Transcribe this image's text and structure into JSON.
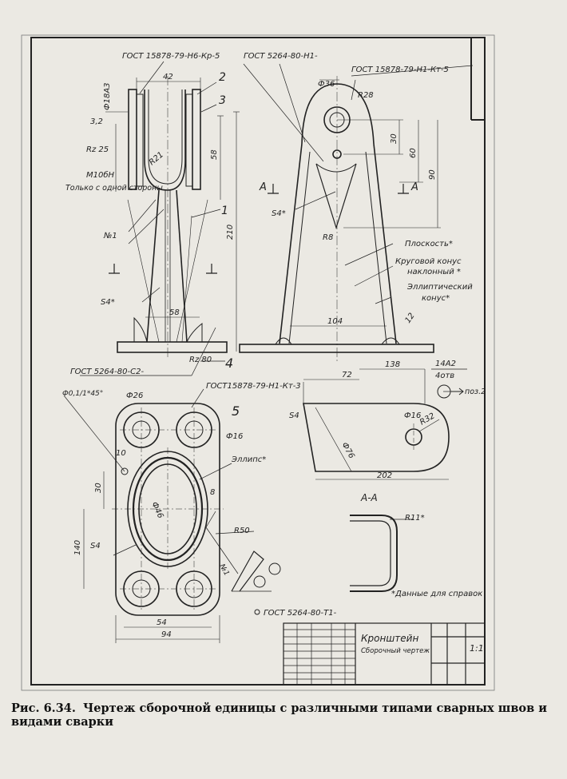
{
  "caption": {
    "figure_number": "Рис. 6.34.",
    "text": "Чертеж сборочной единицы с различными типами сварных швов и видами сварки"
  },
  "front_view": {
    "weld_symbol_top": "ГОСТ 15878-79-Н6-Кр-5",
    "dim_top": "42",
    "dim_phi18": "Ф18А3",
    "roughness_32": "3,2",
    "roughness_rz25": "Rz 25",
    "thread": "М10бН",
    "note_one_side": "Только с одной стороны",
    "radius": "R21",
    "dim_58_vertical": "58",
    "dim_210": "210",
    "weld_n1": "№1",
    "thickness": "S4*",
    "dim_58_horizontal": "58",
    "roughness_rz80": "Rz 80",
    "weld_symbol_bottom": "ГОСТ 5264-80-С2-",
    "callouts": [
      "2",
      "3",
      "1",
      "4"
    ]
  },
  "side_view": {
    "weld_symbol_top": "ГОСТ 5264-80-Н1-",
    "weld_symbol_right": "ГОСТ 15878-79-Н1-Кт-5",
    "dim_phi36": "Ф36",
    "radius_r28": "R28",
    "dim_30": "30",
    "dim_60": "60",
    "dim_90": "90",
    "section_mark_left": "А",
    "section_mark_right": "А",
    "thickness": "S4*",
    "radius_r8": "R8",
    "label_plane": "Плоскость*",
    "label_cone_1": "Круговой конус",
    "label_cone_2": "наклонный *",
    "label_elliptic_1": "Эллиптический",
    "label_elliptic_2": "конус*",
    "dim_104": "104",
    "dim_12": "12"
  },
  "plan_view": {
    "weld_symbol_top": "ГОСТ15878-79-Н1-Кт-3",
    "callout_5": "5",
    "chamfer": "Ф0,1/1*45°",
    "dim_phi26": "Ф26",
    "dim_phi16": "Ф16",
    "dim_10": "10",
    "label_ellipse": "Эллипс*",
    "dim_30": "30",
    "dim_phi46": "Ф46",
    "dim_8": "8",
    "radius_r50": "R50",
    "dim_140": "140",
    "thickness": "S4",
    "weld_n1": "№1",
    "dim_54": "54",
    "dim_94": "94",
    "weld_symbol_bottom": "ГОСТ 5264-80-Т1-"
  },
  "blank_view": {
    "dim_72": "72",
    "dim_138": "138",
    "note_14a": "14А2",
    "note_4": "4отв",
    "pos_label": "поз.2",
    "thickness": "S4",
    "dim_phi16": "Ф16",
    "radius_r32": "R32",
    "dim_phi76": "Ф76",
    "dim_202": "202"
  },
  "section_view": {
    "title": "А-А",
    "radius": "R11*",
    "note": "*Данные для справок"
  },
  "title_block": {
    "name": "Кронштейн",
    "subtitle": "Сборочный чертеж",
    "scale": "1:1"
  }
}
